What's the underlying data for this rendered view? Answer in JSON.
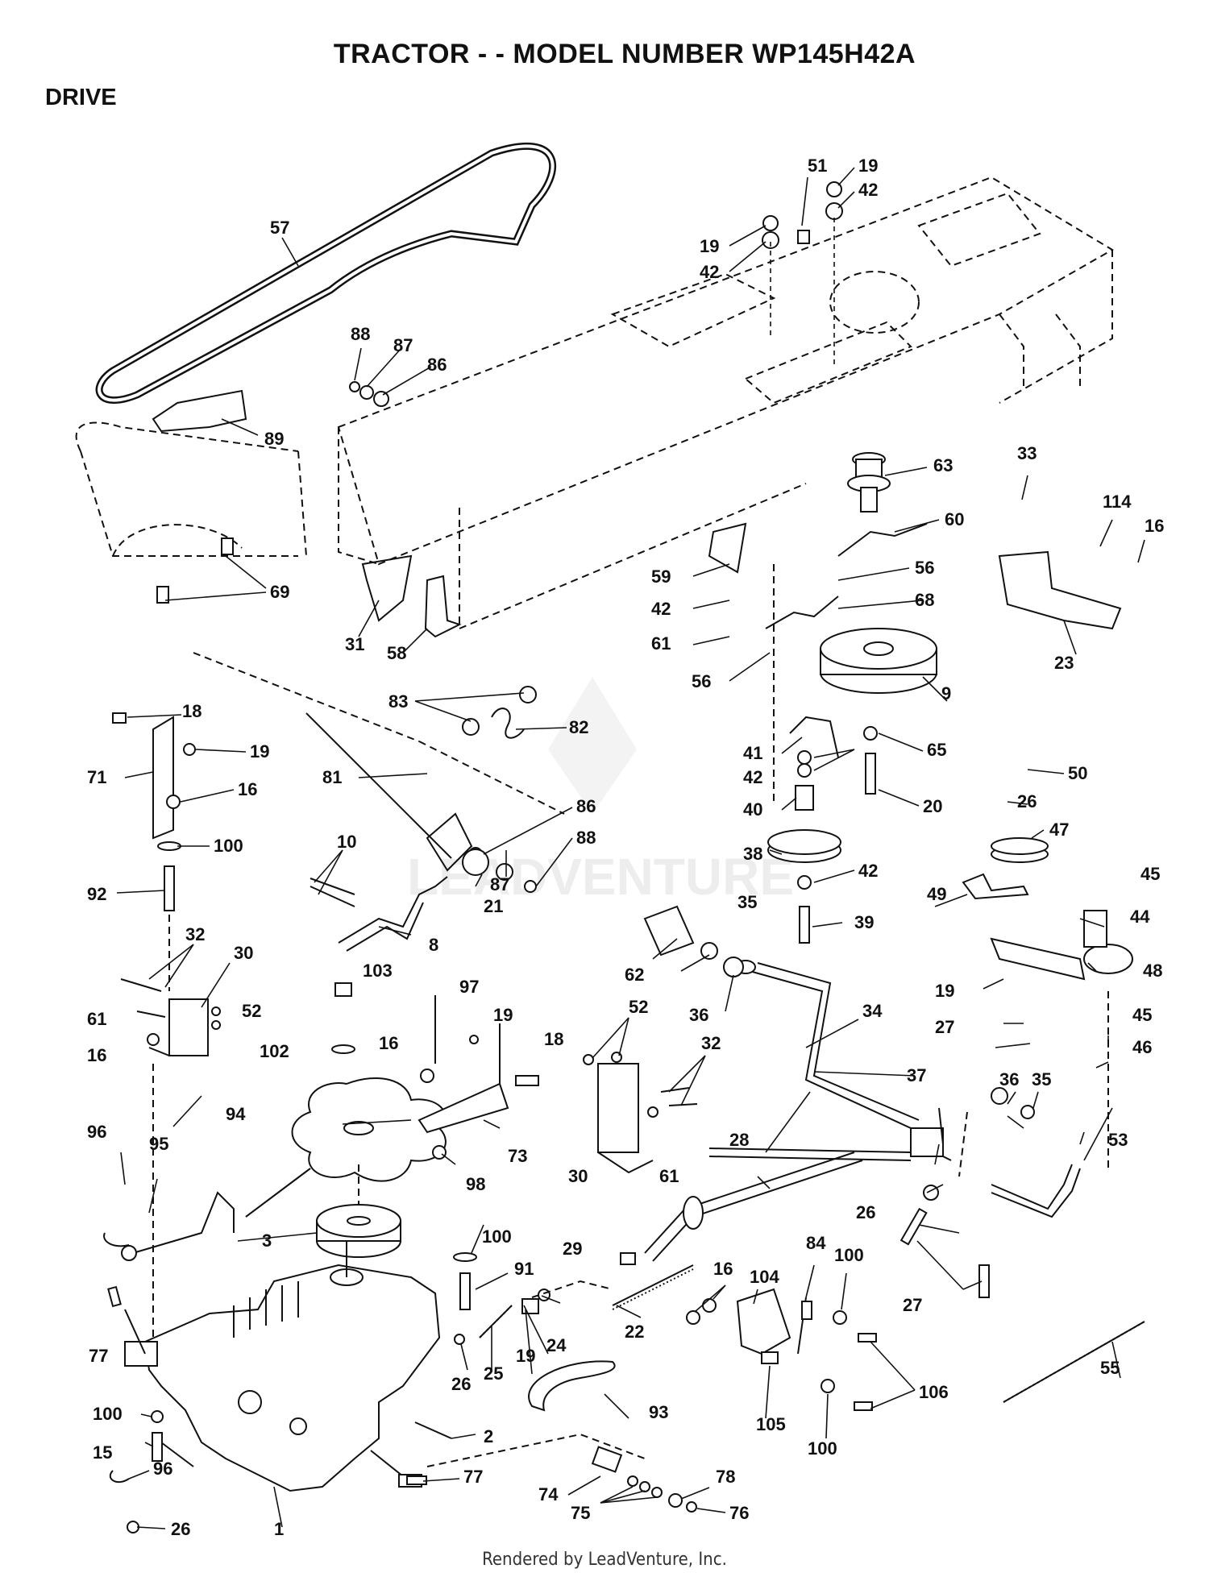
{
  "header": {
    "title": "TRACTOR - - MODEL NUMBER WP145H42A",
    "section": "DRIVE"
  },
  "footer": {
    "credit": "Rendered by LeadVenture, Inc."
  },
  "watermark": "LEADVENTURE",
  "callouts": [
    "57",
    "88",
    "87",
    "86",
    "89",
    "69",
    "31",
    "58",
    "51",
    "19",
    "42",
    "19",
    "42",
    "63",
    "33",
    "114",
    "16",
    "60",
    "59",
    "56",
    "42",
    "68",
    "61",
    "56",
    "23",
    "9",
    "83",
    "82",
    "18",
    "19",
    "71",
    "16",
    "81",
    "86",
    "88",
    "87",
    "41",
    "42",
    "65",
    "40",
    "20",
    "50",
    "26",
    "47",
    "38",
    "42",
    "100",
    "92",
    "10",
    "21",
    "8",
    "32",
    "30",
    "39",
    "49",
    "45",
    "44",
    "35",
    "62",
    "36",
    "34",
    "48",
    "19",
    "52",
    "61",
    "16",
    "103",
    "97",
    "19",
    "18",
    "102",
    "16",
    "52",
    "32",
    "27",
    "45",
    "46",
    "94",
    "73",
    "30",
    "61",
    "36",
    "35",
    "37",
    "96",
    "95",
    "98",
    "28",
    "53",
    "26",
    "3",
    "100",
    "29",
    "91",
    "16",
    "84",
    "100",
    "104",
    "24",
    "19",
    "22",
    "27",
    "77",
    "25",
    "26",
    "93",
    "106",
    "55",
    "100",
    "105",
    "2",
    "15",
    "100",
    "96",
    "77",
    "78",
    "74",
    "75",
    "76",
    "1",
    "26"
  ]
}
